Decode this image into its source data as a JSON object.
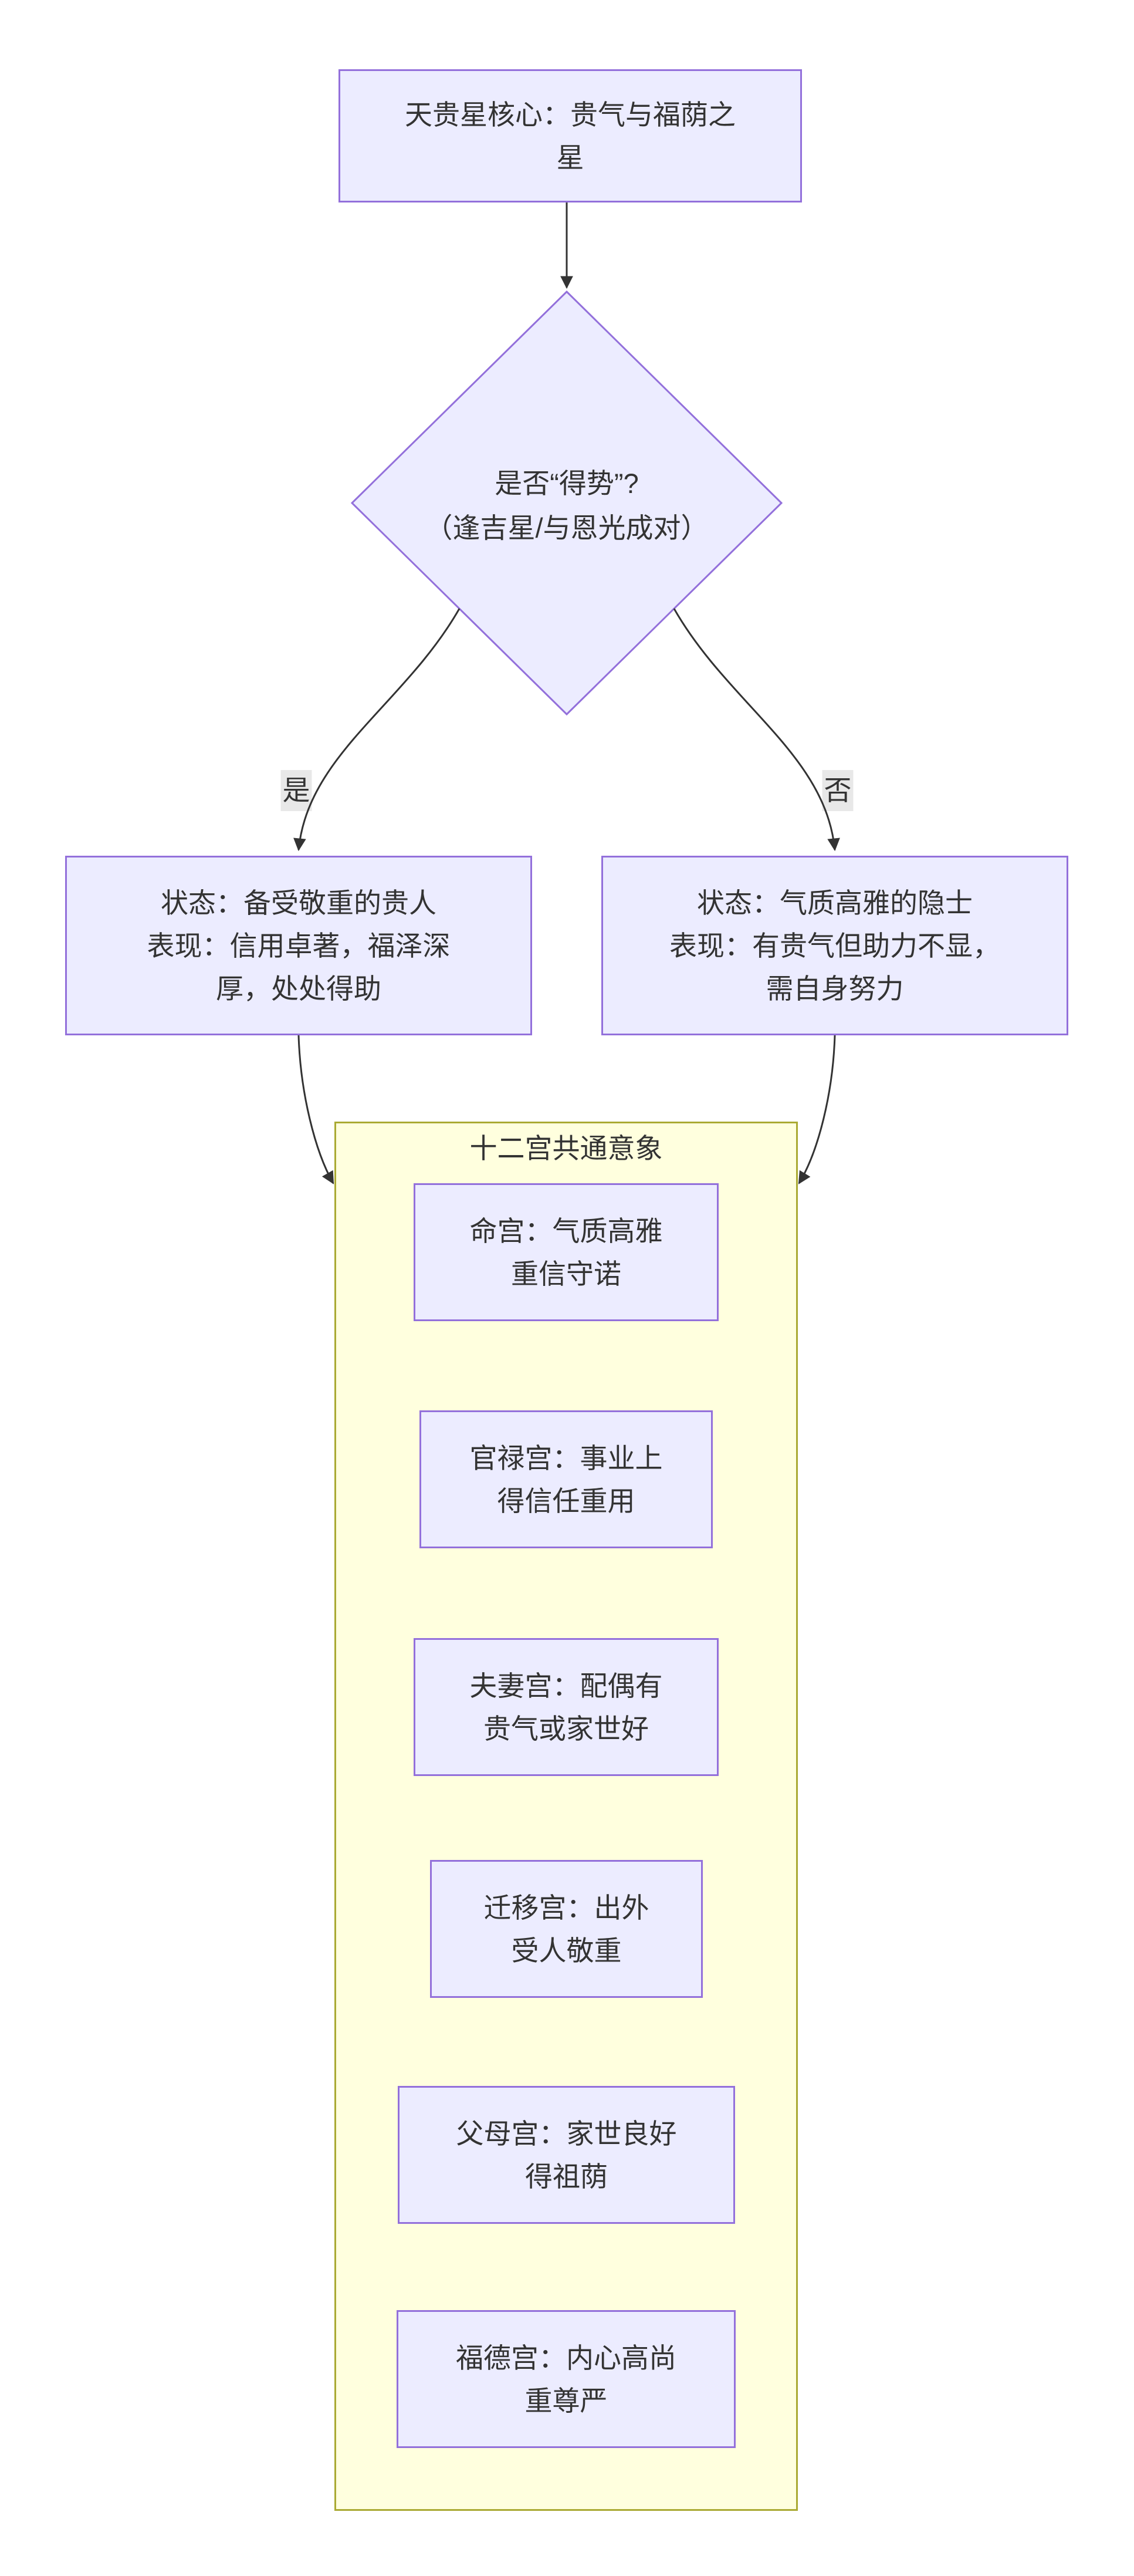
{
  "diagram": {
    "title_node": {
      "lines": [
        "天贵星核心：贵气与福荫之",
        "星"
      ]
    },
    "decision": {
      "lines": [
        "是否“得势”?",
        "（逢吉星/与恩光成对）"
      ]
    },
    "edge_labels": {
      "yes": "是",
      "no": "否"
    },
    "yes_node": {
      "lines": [
        "状态：备受敬重的贵人",
        "表现：信用卓著，福泽深",
        "厚，处处得助"
      ]
    },
    "no_node": {
      "lines": [
        "状态：气质高雅的隐士",
        "表现：有贵气但助力不显，",
        "需自身努力"
      ]
    },
    "cluster": {
      "title": "十二宫共通意象",
      "palaces": [
        {
          "lines": [
            "命宫：气质高雅",
            "重信守诺"
          ]
        },
        {
          "lines": [
            "官禄宫：事业上",
            "得信任重用"
          ]
        },
        {
          "lines": [
            "夫妻宫：配偶有",
            "贵气或家世好"
          ]
        },
        {
          "lines": [
            "迁移宫：出外",
            "受人敬重"
          ]
        },
        {
          "lines": [
            "父母宫：家世良好",
            "得祖荫"
          ]
        },
        {
          "lines": [
            "福德宫：内心高尚",
            "重尊严"
          ]
        }
      ]
    },
    "colors": {
      "node_fill": "#ECECFF",
      "node_border": "#9370DB",
      "cluster_fill": "#FFFFDE",
      "cluster_border": "#AAAA33",
      "edge": "#333333",
      "edge_label_bg": "#E8E8E8",
      "text": "#333333",
      "background": "#FFFFFF"
    }
  }
}
